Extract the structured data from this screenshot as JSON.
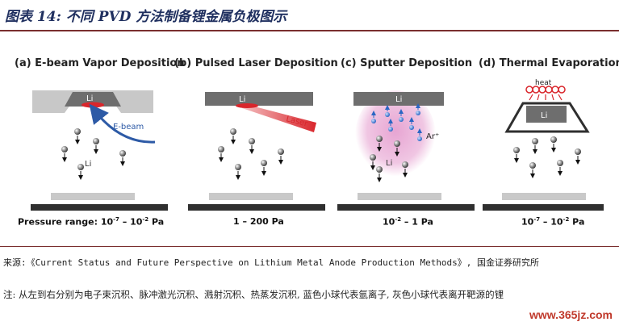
{
  "figure": {
    "title": "图表 14: 不同 PVD 方法制备锂金属负极图示"
  },
  "panels": [
    {
      "title": "(a) E-beam Vapor Deposition",
      "pressure_prefix": "Pressure range: 10",
      "pressure_mid": " – 10",
      "pressure_suffix": " Pa",
      "exp1": "-7",
      "exp2": "-2"
    },
    {
      "title": "(b) Pulsed Laser Deposition",
      "pressure": "1 – 200 Pa"
    },
    {
      "title": "(c) Sputter Deposition",
      "pressure_prefix": "10",
      "pressure_mid": " – 1 Pa",
      "exp1": "-2"
    },
    {
      "title": "(d) Thermal Evaporation",
      "pressure_prefix": "10",
      "pressure_mid": " – 10",
      "pressure_suffix": " Pa",
      "exp1": "-7",
      "exp2": "-2"
    }
  ],
  "labels": {
    "li": "Li",
    "ebeam": "E-beam",
    "laser": "Laser",
    "ar": "Ar⁺",
    "heat": "heat"
  },
  "colors": {
    "title": "#1f2f5f",
    "rule": "#7a2e2e",
    "target_gray": "#7a7a7a",
    "substrate_dark": "#2f2f2f",
    "substrate_light": "#c9c9c9",
    "laser_red": "#d9262c",
    "ebeam_blue": "#2d5aa6",
    "plasma_pink": "#e6a0d0",
    "ion_blue": "#2a66c4",
    "heat_red": "#d9262c"
  },
  "source": "来源:《Current Status and Future Perspective on Lithium Metal Anode Production Methods》, 国金证券研究所",
  "note": "注: 从左到右分别为电子束沉积、脉冲激光沉积、溅射沉积、热蒸发沉积, 蓝色小球代表氩离子, 灰色小球代表离开靶源的锂",
  "watermark": "www.365jz.com"
}
